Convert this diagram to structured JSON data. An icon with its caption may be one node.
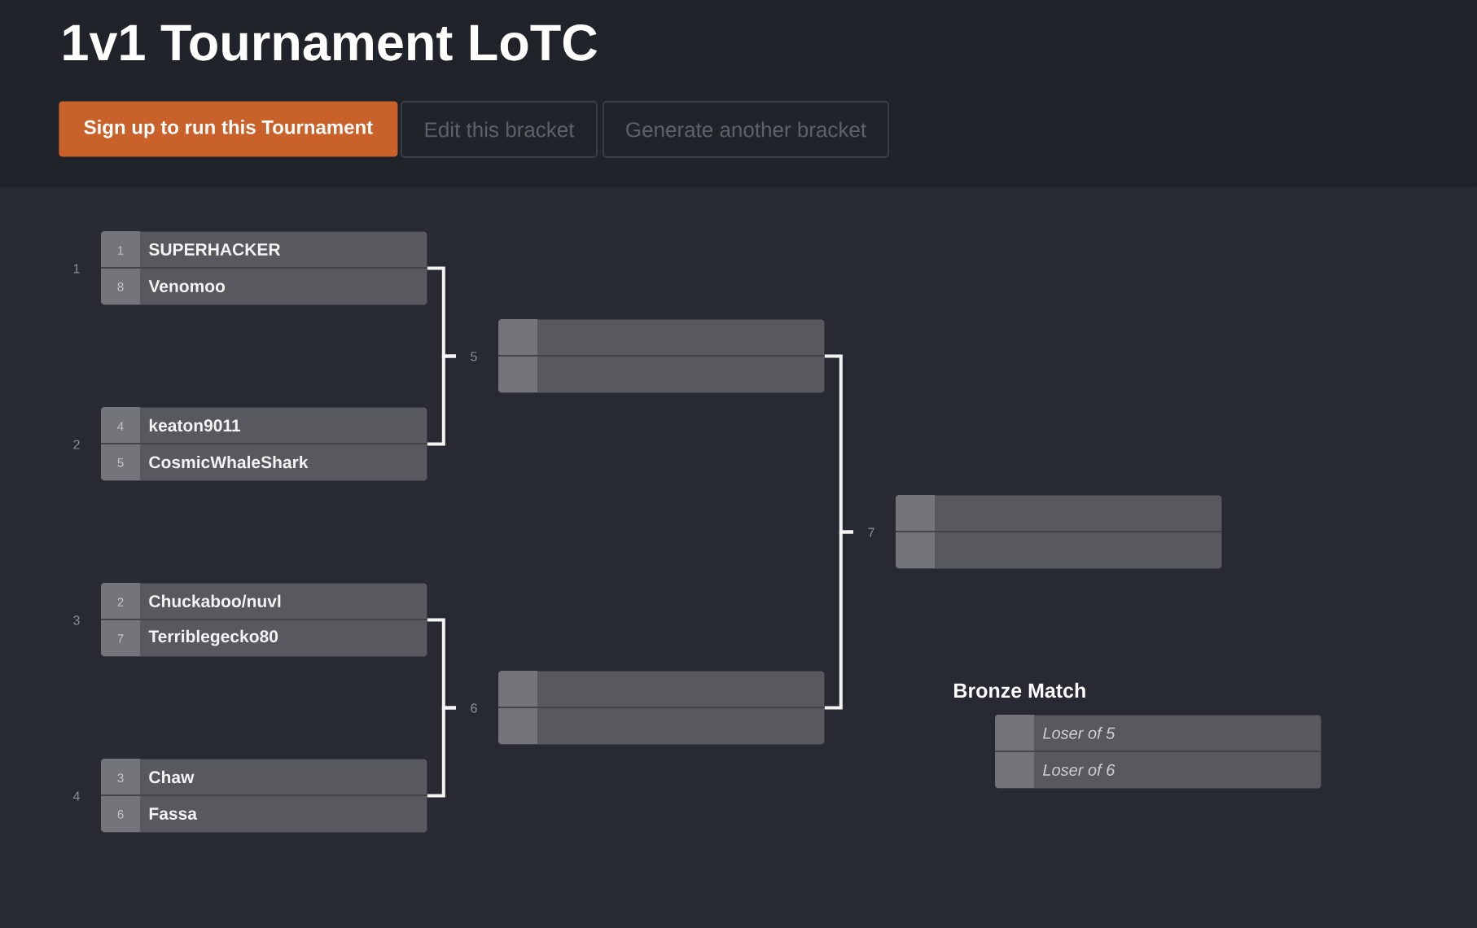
{
  "diagram": {
    "title": "1v1 Tournament LoTC",
    "nodes": [
      {
        "text": [
          "Sign up to run this Tournament"
        ]
      },
      {
        "text": [
          "Edit this bracket"
        ]
      },
      {
        "text": [
          "Generate another bracket"
        ]
      },
      {
        "text": [
          "1",
          "SUPERHACKER",
          "8",
          "Venomoo"
        ],
        "beside": [
          "1"
        ]
      },
      {
        "text": [
          "4",
          "keaton9011",
          "5",
          "CosmicWhaleShark"
        ],
        "beside": [
          "2"
        ]
      },
      {
        "text": [
          "2",
          "Chuckaboo/nuvl",
          "7",
          "Terriblegecko80"
        ],
        "beside": [
          "3"
        ]
      },
      {
        "text": [
          "3",
          "Chaw",
          "6",
          "Fassa"
        ],
        "beside": [
          "4"
        ]
      },
      {
        "text": [],
        "shape": "box",
        "beside": [
          "5"
        ]
      },
      {
        "text": [],
        "shape": "box",
        "beside": [
          "6"
        ]
      },
      {
        "text": [],
        "shape": "box",
        "beside": [
          "7"
        ]
      },
      {
        "text": [
          "Bronze Match",
          "Loser of 5",
          "Loser of 6"
        ]
      }
    ],
    "edges": [
      {
        "from": 3,
        "to": 7,
        "arrow": "none"
      },
      {
        "from": 4,
        "to": 7,
        "arrow": "none"
      },
      {
        "from": 5,
        "to": 8,
        "arrow": "none"
      },
      {
        "from": 6,
        "to": 8,
        "arrow": "none"
      },
      {
        "from": 7,
        "to": 9,
        "arrow": "none"
      },
      {
        "from": 8,
        "to": 9,
        "arrow": "none"
      }
    ]
  }
}
